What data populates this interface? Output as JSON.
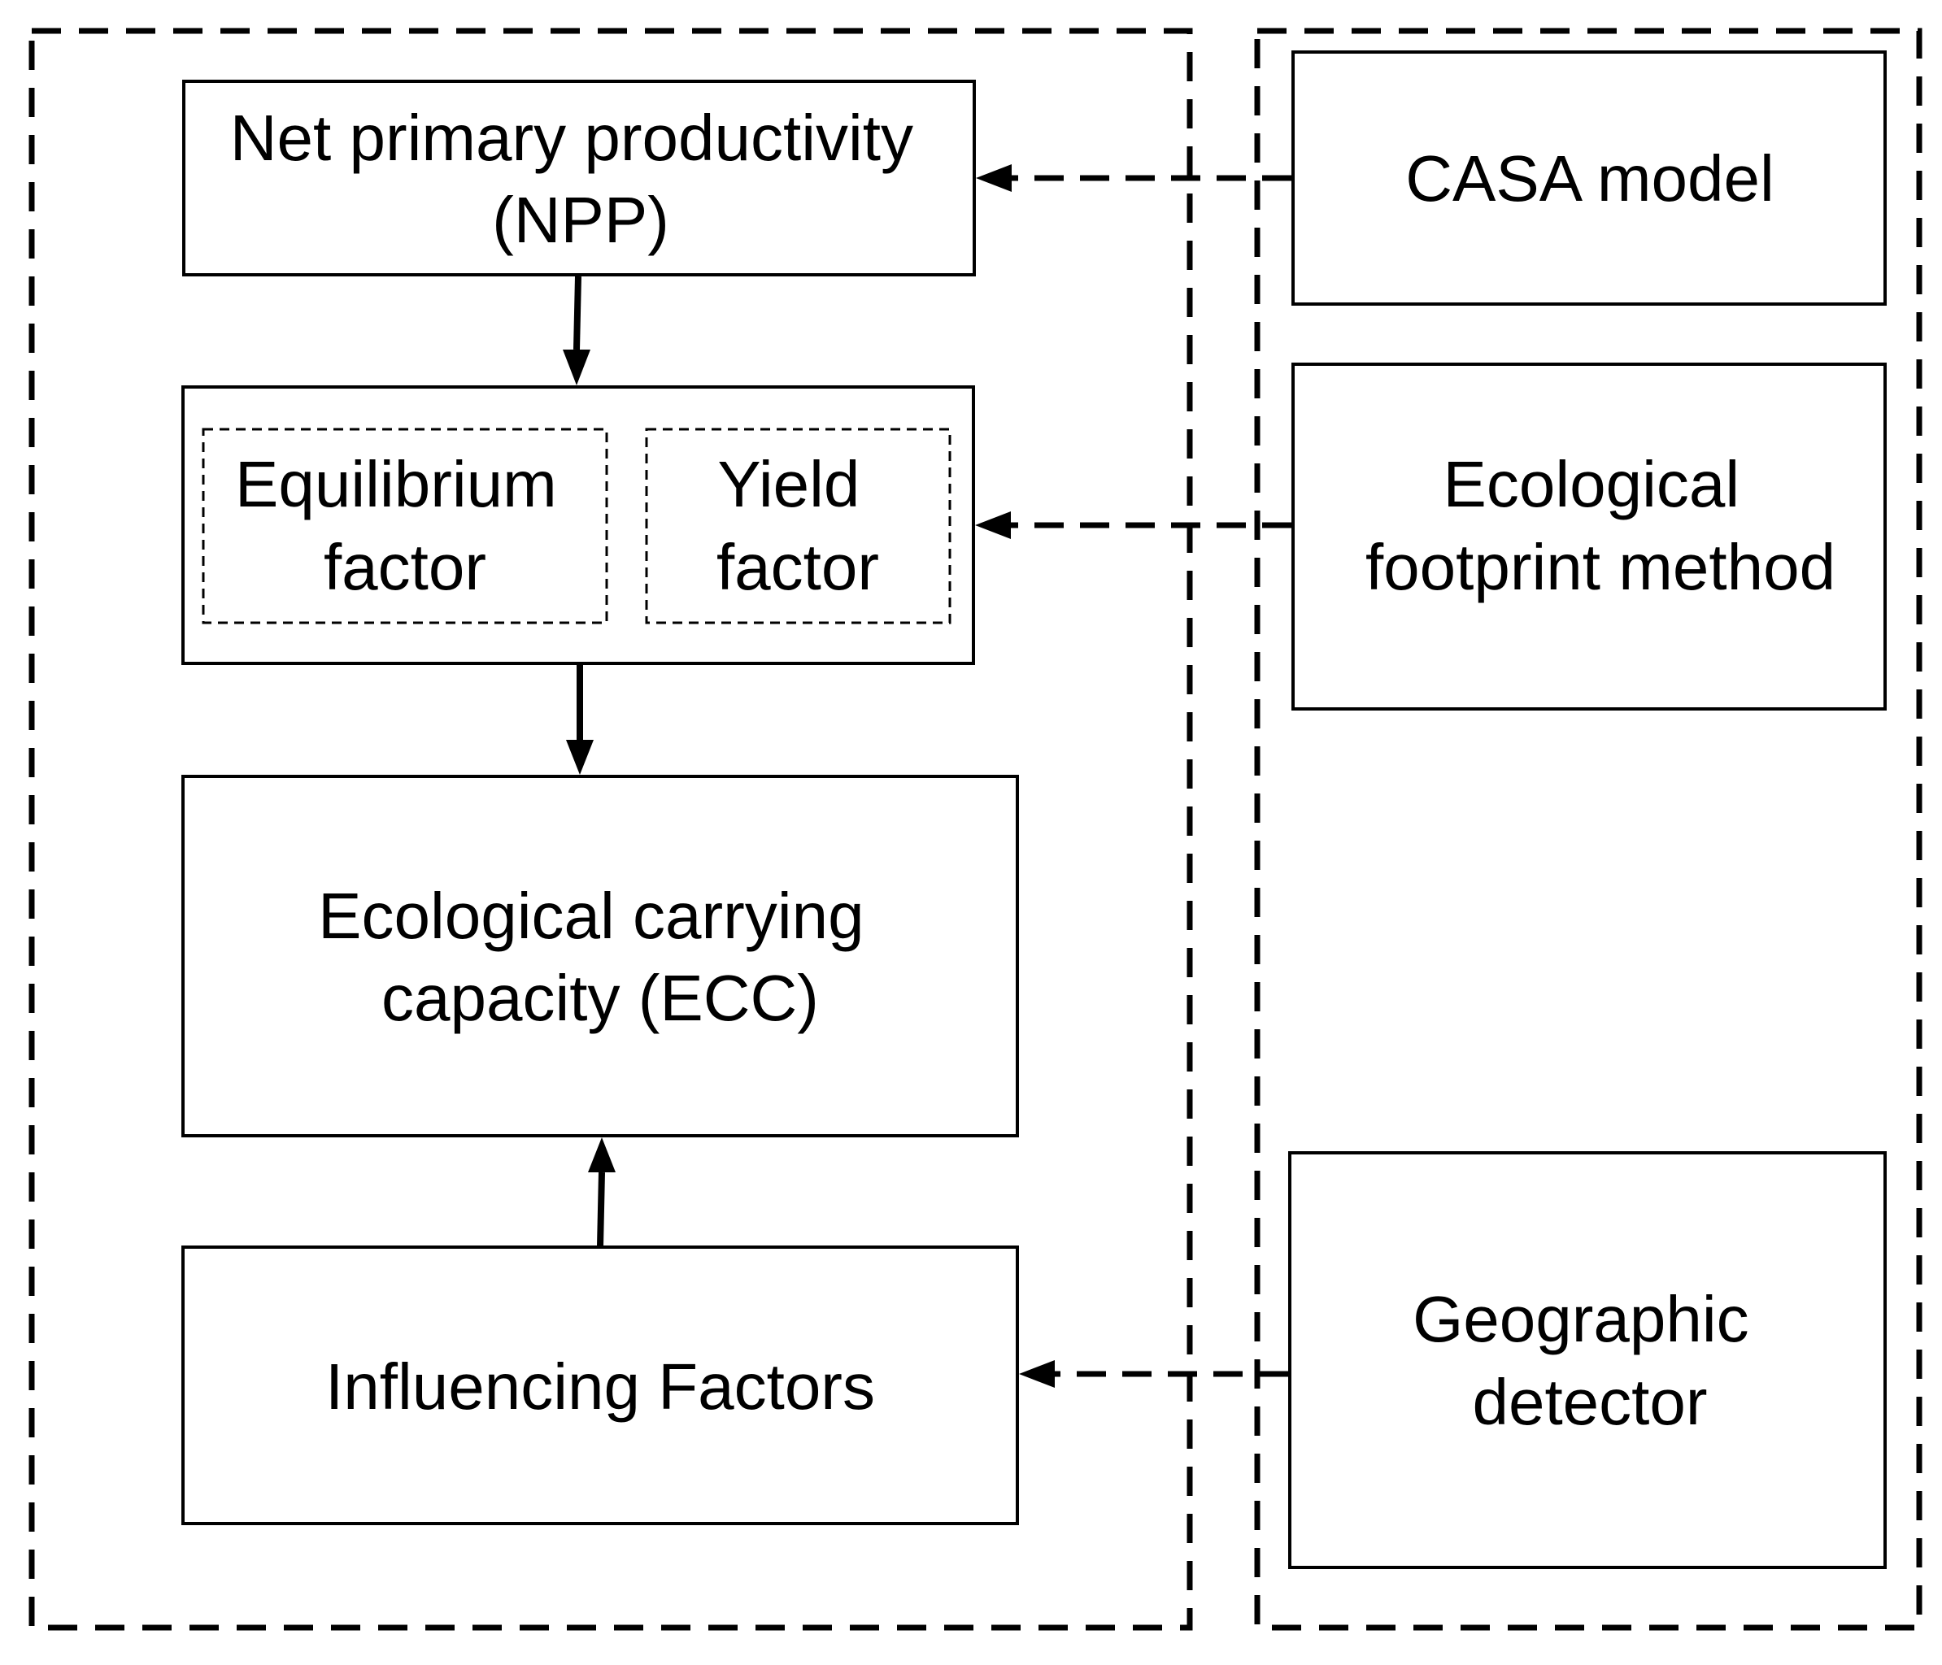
{
  "boxes": {
    "npp": {
      "lines": [
        "Net primary productivity",
        "(NPP)"
      ]
    },
    "equilibrium": {
      "lines": [
        "Equilibrium",
        "factor"
      ]
    },
    "yield": {
      "lines": [
        "Yield",
        "factor"
      ]
    },
    "ecc": {
      "lines": [
        "Ecological carrying",
        "capacity (ECC)"
      ]
    },
    "influencing": {
      "lines": [
        "Influencing Factors"
      ]
    },
    "casa": {
      "lines": [
        "CASA model"
      ]
    },
    "footprint": {
      "lines": [
        "Ecological",
        "footprint method"
      ]
    },
    "geodetector": {
      "lines": [
        "Geographic",
        "detector"
      ]
    }
  },
  "colors": {
    "stroke": "#000000",
    "background": "#ffffff"
  }
}
